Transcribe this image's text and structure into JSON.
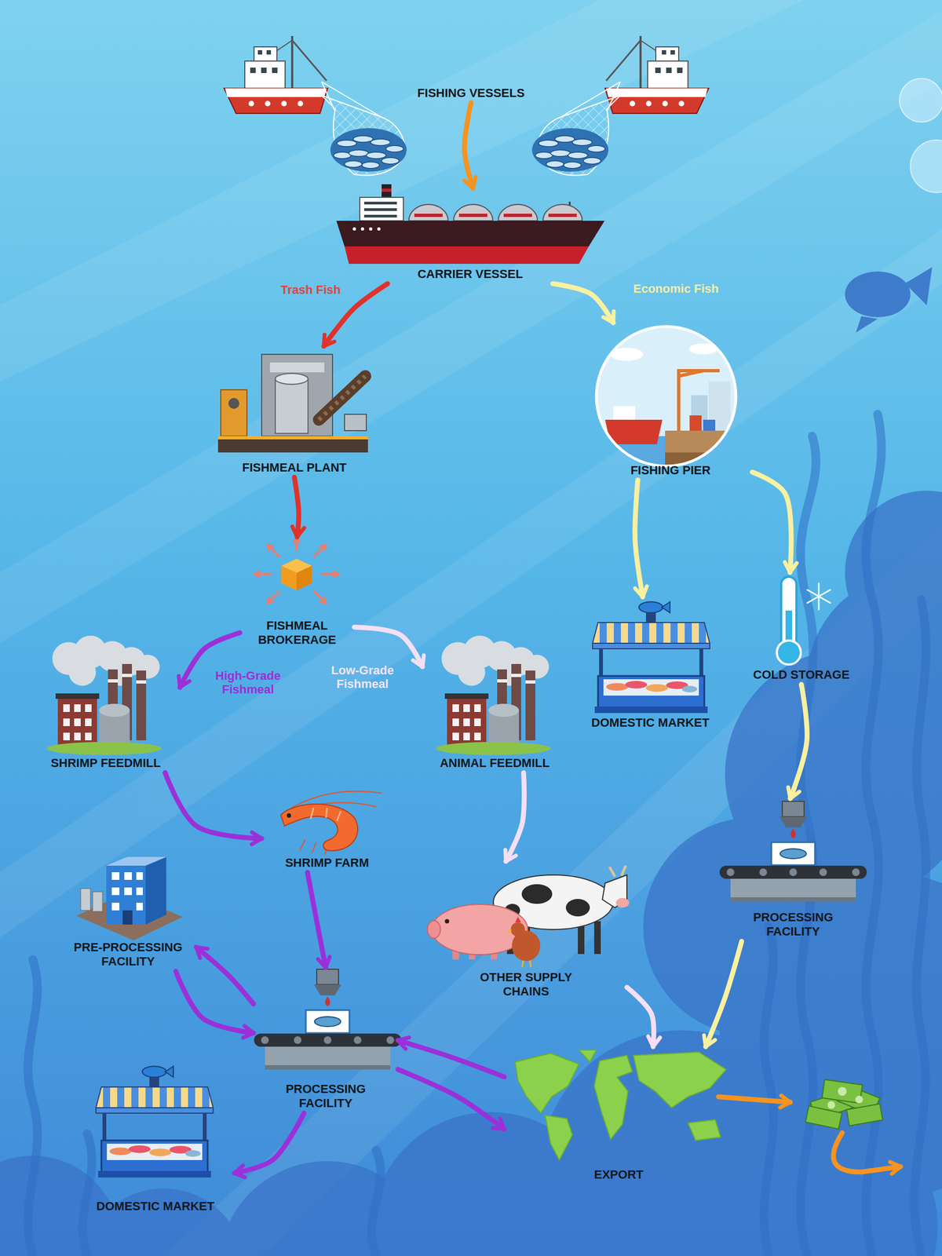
{
  "diagram": {
    "nodes": [
      {
        "text": [
          "FISHING VESSELS"
        ]
      },
      {
        "text": [
          "CARRIER VESSEL"
        ]
      },
      {
        "text": [
          "FISHMEAL PLANT"
        ]
      },
      {
        "text": [
          "FISHING PIER"
        ]
      },
      {
        "text": [
          "FISHMEAL BROKERAGE"
        ]
      },
      {
        "text": [
          "DOMESTIC MARKET"
        ]
      },
      {
        "text": [
          "COLD STORAGE"
        ]
      },
      {
        "text": [
          "SHRIMP FEEDMILL"
        ]
      },
      {
        "text": [
          "ANIMAL FEEDMILL"
        ]
      },
      {
        "text": [
          "SHRIMP FARM"
        ]
      },
      {
        "text": [
          "PROCESSING FACILITY"
        ]
      },
      {
        "text": [
          "PRE-PROCESSING FACILITY"
        ]
      },
      {
        "text": [
          "OTHER SUPPLY CHAINS"
        ]
      },
      {
        "text": [
          "PROCESSING FACILITY"
        ]
      },
      {
        "text": [
          "EXPORT"
        ]
      },
      {
        "text": [
          "DOMESTIC MARKET"
        ]
      }
    ],
    "edges": [
      {
        "from": 0,
        "to": 1,
        "arrow": "to"
      },
      {
        "from": 1,
        "to": 2,
        "label": "Trash Fish",
        "arrow": "to"
      },
      {
        "from": 1,
        "to": 3,
        "label": "Economic Fish",
        "arrow": "to"
      },
      {
        "from": 2,
        "to": 4,
        "arrow": "to"
      },
      {
        "from": 4,
        "to": 7,
        "label": "High-Grade Fishmeal",
        "arrow": "to"
      },
      {
        "from": 4,
        "to": 8,
        "label": "Low-Grade Fishmeal",
        "arrow": "to"
      },
      {
        "from": 3,
        "to": 5,
        "arrow": "to"
      },
      {
        "from": 3,
        "to": 6,
        "arrow": "to"
      },
      {
        "from": 6,
        "to": 10,
        "arrow": "to"
      },
      {
        "from": 7,
        "to": 9,
        "arrow": "to"
      },
      {
        "from": 8,
        "to": 12,
        "arrow": "to"
      },
      {
        "from": 9,
        "to": 13,
        "arrow": "to"
      },
      {
        "from": 13,
        "to": 11,
        "arrow": "to"
      },
      {
        "from": 11,
        "to": 13,
        "arrow": "to"
      },
      {
        "from": 12,
        "to": 14,
        "arrow": "to"
      },
      {
        "from": 10,
        "to": 14,
        "arrow": "to"
      },
      {
        "from": 13,
        "to": 14,
        "arrow": "to"
      },
      {
        "from": 14,
        "to": 13,
        "arrow": "to"
      },
      {
        "from": 13,
        "to": 15,
        "arrow": "to"
      }
    ]
  }
}
